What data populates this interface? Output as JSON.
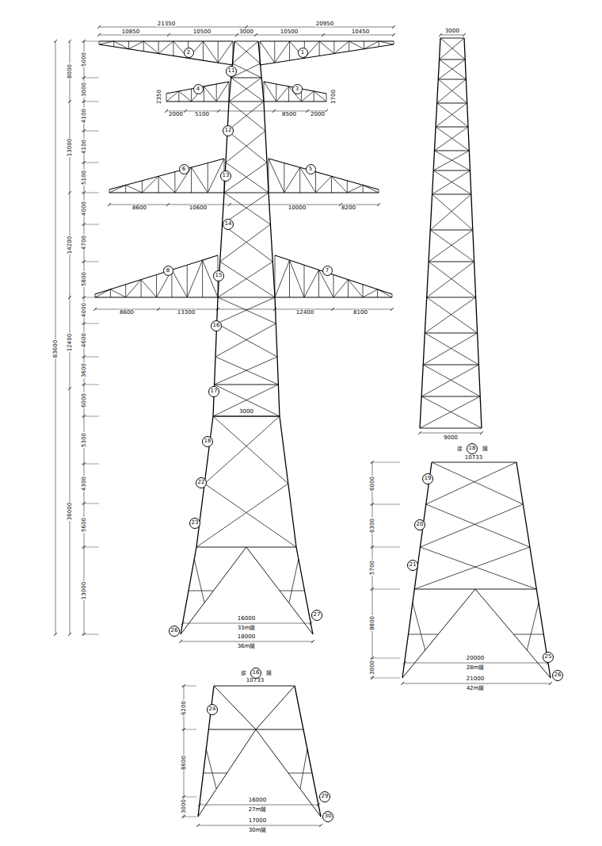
{
  "diagram": {
    "nodes": [
      {
        "text": [
          "2"
        ]
      },
      {
        "text": [
          "1"
        ]
      },
      {
        "text": [
          "11"
        ]
      },
      {
        "text": [
          "4"
        ]
      },
      {
        "text": [
          "3"
        ]
      },
      {
        "text": [
          "12"
        ]
      },
      {
        "text": [
          "6"
        ]
      },
      {
        "text": [
          "13"
        ]
      },
      {
        "text": [
          "5"
        ]
      },
      {
        "text": [
          "14"
        ]
      },
      {
        "text": [
          "8"
        ]
      },
      {
        "text": [
          "15"
        ]
      },
      {
        "text": [
          "7"
        ]
      },
      {
        "text": [
          "16"
        ]
      },
      {
        "text": [
          "17"
        ]
      },
      {
        "text": [
          "18"
        ]
      },
      {
        "text": [
          "22"
        ]
      },
      {
        "text": [
          "23"
        ]
      },
      {
        "text": [
          "27"
        ]
      },
      {
        "text": [
          "26"
        ]
      },
      {
        "text": [
          "18"
        ]
      },
      {
        "text": [
          "19"
        ]
      },
      {
        "text": [
          "20"
        ]
      },
      {
        "text": [
          "21"
        ]
      },
      {
        "text": [
          "25"
        ]
      },
      {
        "text": [
          "26"
        ]
      },
      {
        "text": [
          "16"
        ]
      },
      {
        "text": [
          "24"
        ]
      },
      {
        "text": [
          "29"
        ]
      },
      {
        "text": [
          "30"
        ]
      }
    ],
    "labels": [
      "21350",
      "20950",
      "10850",
      "10500",
      "3000",
      "10500",
      "10450",
      "3000",
      "83600",
      "8000",
      "13000",
      "14200",
      "12400",
      "36000",
      "5000",
      "3000",
      "4100",
      "4100",
      "5100",
      "4000",
      "4700",
      "5800",
      "4000",
      "4600",
      "3600",
      "6000",
      "5300",
      "4300",
      "5600",
      "13000",
      "2350",
      "1700",
      "2000",
      "5100",
      "8500",
      "2000",
      "8600",
      "10600",
      "10000",
      "8200",
      "8600",
      "13300",
      "12400",
      "8100",
      "3000",
      "9000",
      "16000",
      "33m腿",
      "18000",
      "36m腿",
      "接",
      "腿",
      "10733",
      "6000",
      "6300",
      "5700",
      "9800",
      "3000",
      "20000",
      "28m腿",
      "21000",
      "42m腿",
      "接",
      "腿",
      "10733",
      "6200",
      "8600",
      "3000",
      "16000",
      "27m腿",
      "17000",
      "30m腿"
    ]
  }
}
